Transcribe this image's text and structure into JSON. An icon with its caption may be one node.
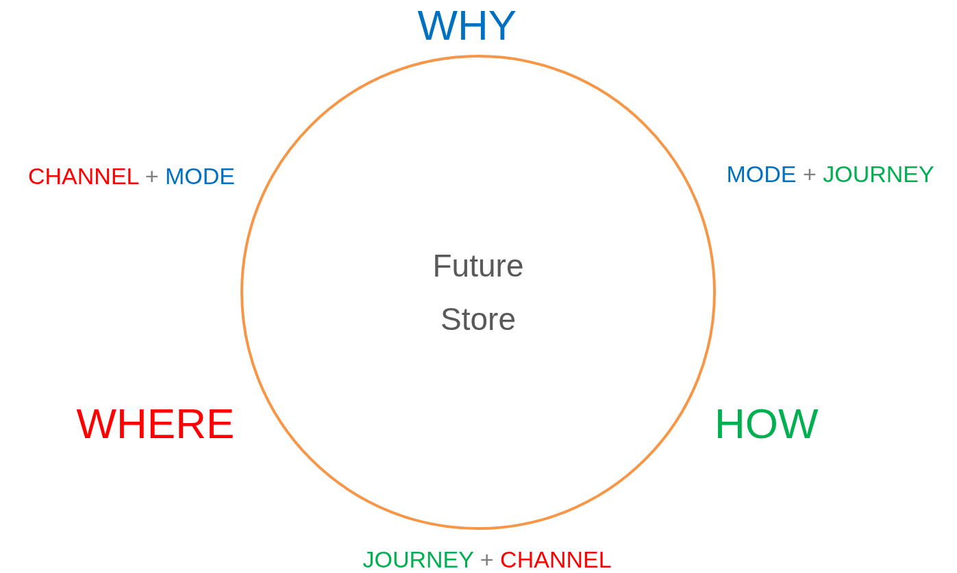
{
  "diagram": {
    "nodes": [
      {
        "text": [
          "Future Store"
        ]
      }
    ],
    "edges": [],
    "labels": [
      "WHY",
      "CHANNEL + MODE",
      "MODE + JOURNEY",
      "WHERE",
      "HOW",
      "JOURNEY + CHANNEL"
    ]
  }
}
